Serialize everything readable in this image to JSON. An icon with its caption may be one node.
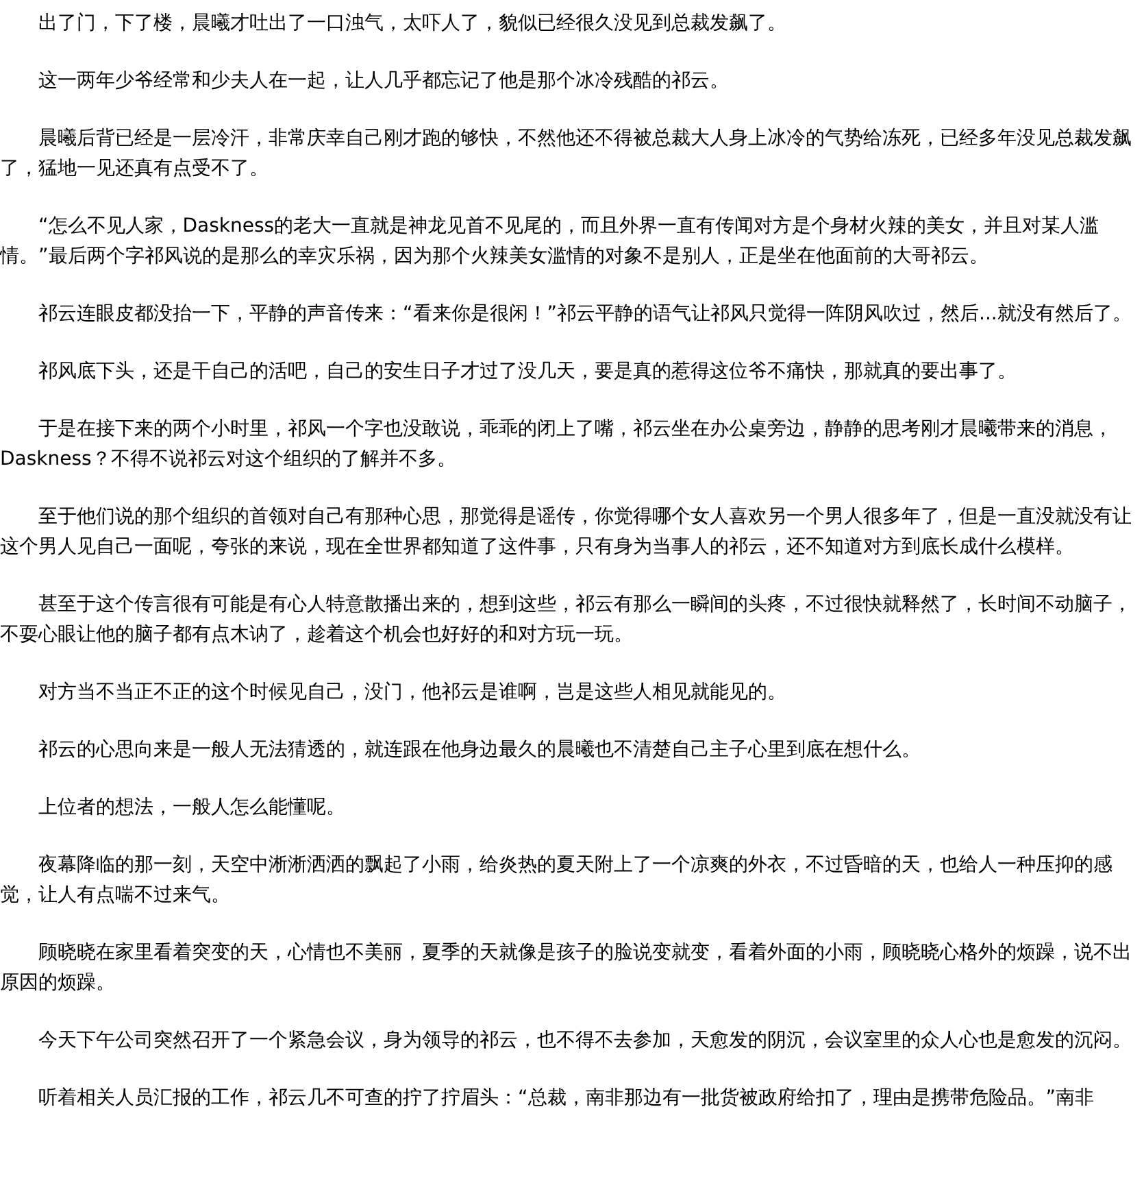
{
  "diagram": {
    "labels": [
      "出了门，下了楼，晨曦才吐出了一口浊气，太吓人了，貌似已经很久没见到总裁发飙了。",
      "这一两年少爷经常和少夫人在一起，让人几乎都忘记了他是那个冰冷残酷的祁云。",
      "晨曦后背已经是一层冷汗，非常庆幸自己刚才跑的够快，不然他还不得被总裁大人身上冰冷的气势给冻死，已经多年没见总裁发飙了，猛地一见还真有点受不了。",
      "“怎么不见人家，Daskness的老大一直就是神龙见首不见尾的，而且外界一直有传闻对方是个身材火辣的美女，并且对某人滥情。”最后两个字祁风说的是那么的幸灾乐祸，因为那个火辣美女滥情的对象不是别人，正是坐在他面前的大哥祁云。",
      "祁云连眼皮都没抬一下，平静的声音传来：“看来你是很闲！”祁云平静的语气让祁风只觉得一阵阴风吹过，然后...就没有然后了。",
      "祁风底下头，还是干自己的活吧，自己的安生日子才过了没几天，要是真的惹得这位爷不痛快，那就真的要出事了。",
      "于是在接下来的两个小时里，祁风一个字也没敢说，乖乖的闭上了嘴，祁云坐在办公桌旁边，静静的思考刚才晨曦带来的消息，Daskness？不得不说祁云对这个组织的了解并不多。",
      "至于他们说的那个组织的首领对自己有那种心思，那觉得是谣传，你觉得哪个女人喜欢另一个男人很多年了，但是一直没就没有让这个男人见自己一面呢，夸张的来说，现在全世界都知道了这件事，只有身为当事人的祁云，还不知道对方到底长成什么模样。",
      "甚至于这个传言很有可能是有心人特意散播出来的，想到这些，祁云有那么一瞬间的头疼，不过很快就释然了，长时间不动脑子，不耍心眼让他的脑子都有点木讷了，趁着这个机会也好好的和对方玩一玩。",
      "对方当不当正不正的这个时候见自己，没门，他祁云是谁啊，岂是这些人相见就能见的。",
      "祁云的心思向来是一般人无法猜透的，就连跟在他身边最久的晨曦也不清楚自己主子心里到底在想什么。",
      "上位者的想法，一般人怎么能懂呢。",
      "夜幕降临的那一刻，天空中淅淅洒洒的飘起了小雨，给炎热的夏天附上了一个凉爽的外衣，不过昏暗的天，也给人一种压抑的感觉，让人有点喘不过来气。",
      "顾晓晓在家里看着突变的天，心情也不美丽，夏季的天就像是孩子的脸说变就变，看着外面的小雨，顾晓晓心格外的烦躁，说不出原因的烦躁。",
      "今天下午公司突然召开了一个紧急会议，身为领导的祁云，也不得不去参加，天愈发的阴沉，会议室里的众人心也是愈发的沉闷。",
      "听着相关人员汇报的工作，祁云几不可查的拧了拧眉头：“总裁，南非那边有一批货被政府给扣了，理由是携带危险品。”南非"
    ]
  }
}
